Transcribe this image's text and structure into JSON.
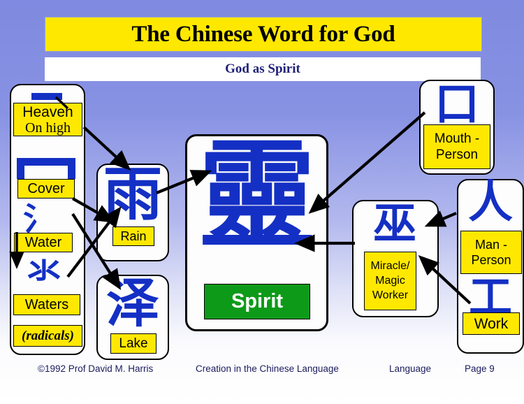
{
  "header": {
    "title": "The Chinese Word for God",
    "subtitle": "God as Spirit"
  },
  "colors": {
    "background_top": "#7f8ae0",
    "background_bottom": "#ffffff",
    "title_fill": "#ffe800",
    "chip_fill": "#ffe800",
    "hanzi_blue": "#1430c4",
    "spirit_green": "#0e9a19",
    "subtitle_text": "#20217a",
    "footer_text": "#1b1b5e"
  },
  "radical_column": {
    "entries": [
      {
        "glyph": "一",
        "label_line1": "Heaven",
        "label_line2": "On high"
      },
      {
        "glyph": "冖",
        "label_line1": "Cover",
        "label_line2": ""
      },
      {
        "glyph": "氵",
        "label_line1": "Water",
        "label_line2": ""
      },
      {
        "glyph": "氺",
        "label_line1": "Waters",
        "label_line2": ""
      }
    ],
    "footer_chip": "(radicals)"
  },
  "compounds": [
    {
      "glyph": "雨",
      "label": "Rain"
    },
    {
      "glyph": "泽",
      "label": "Lake"
    }
  ],
  "center": {
    "glyph": "靈",
    "label": "Spirit"
  },
  "right_cards": [
    {
      "glyph": "口",
      "label_line1": "Mouth -",
      "label_line2": "Person"
    },
    {
      "glyph": "巫",
      "label_line1": "Miracle/",
      "label_line2": "Magic",
      "label_line3": "Worker"
    }
  ],
  "far_right_card": {
    "entries": [
      {
        "glyph": "人",
        "label_line1": "Man -",
        "label_line2": "Person"
      },
      {
        "glyph": "工",
        "label_line1": "Work",
        "label_line2": ""
      }
    ]
  },
  "footer": {
    "copyright": "©1992 Prof David M. Harris",
    "work_title": "Creation in the Chinese Language",
    "section": "Language",
    "page": "Page  9"
  }
}
